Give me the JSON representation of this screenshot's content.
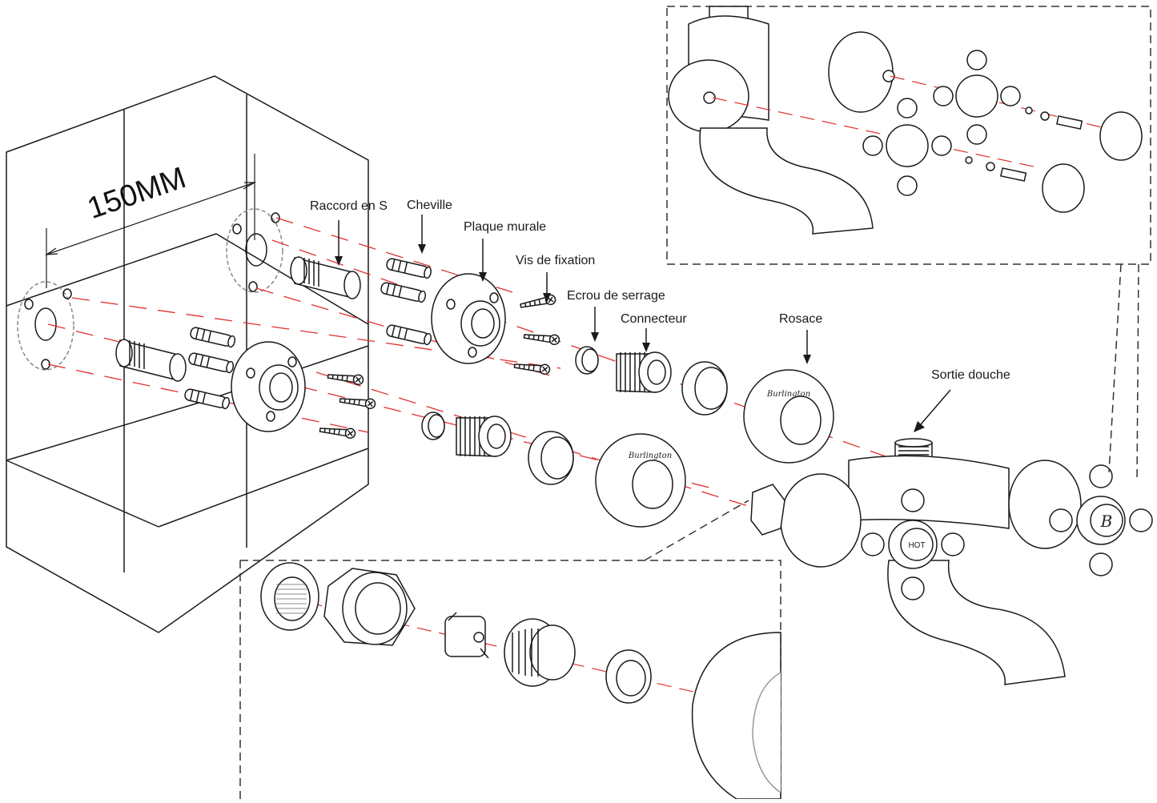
{
  "dimension": "150MM",
  "labels": {
    "raccord": "Raccord en S",
    "cheville": "Cheville",
    "plaque": "Plaque murale",
    "vis": "Vis de fixation",
    "ecrou": "Ecrou de serrage",
    "connecteur": "Connecteur",
    "rosace": "Rosace",
    "sortie": "Sortie douche"
  },
  "brand_text": "Burlington",
  "handle_text": {
    "hot": "HOT",
    "brand_initial": "B"
  },
  "colors": {
    "line": "#1a1a1a",
    "axis": "#e03030",
    "dash": "#333333",
    "mesh": "#666666"
  }
}
